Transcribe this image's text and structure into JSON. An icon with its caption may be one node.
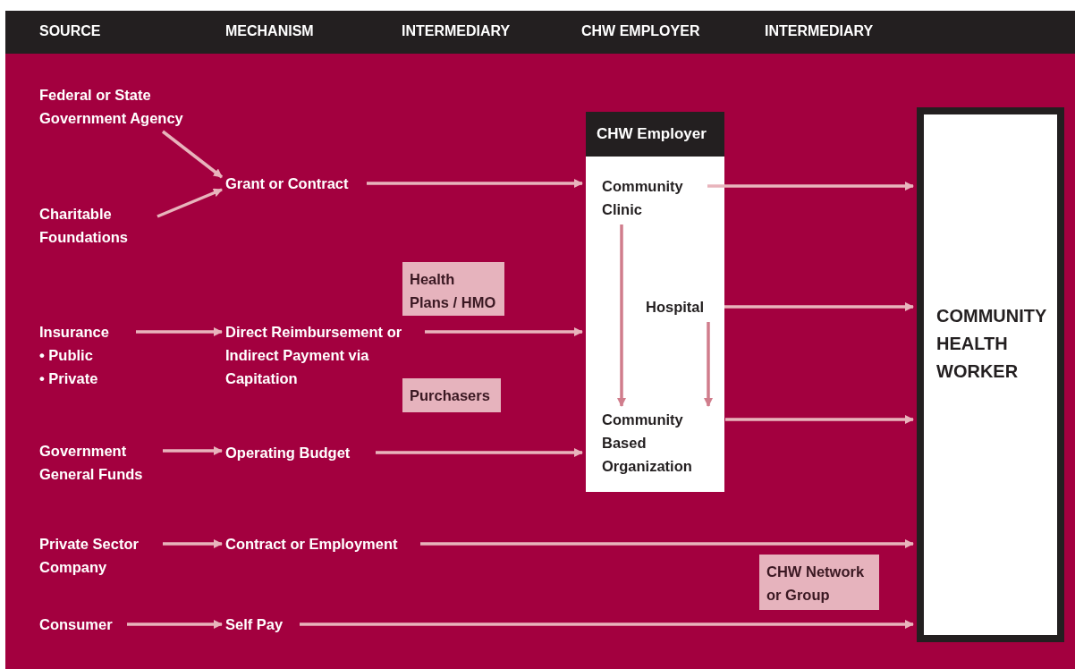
{
  "diagram": {
    "nodes": [
      {
        "text": [
          "Federal or State Government Agency"
        ]
      },
      {
        "text": [
          "Charitable Foundations"
        ]
      },
      {
        "text": [
          "Grant or Contract"
        ]
      },
      {
        "text": [
          "Insurance",
          "• Public",
          "• Private"
        ]
      },
      {
        "text": [
          "Direct Reimbursement or Indirect Payment via Capitation"
        ]
      },
      {
        "text": [
          "Health Plans / HMO"
        ]
      },
      {
        "text": [
          "Purchasers"
        ]
      },
      {
        "text": [
          "Government General Funds"
        ]
      },
      {
        "text": [
          "Operating Budget"
        ]
      },
      {
        "text": [
          "CHW Employer"
        ]
      },
      {
        "text": [
          "Community Clinic"
        ],
        "in": 9
      },
      {
        "text": [
          "Hospital"
        ],
        "in": 9
      },
      {
        "text": [
          "Community Based Organization"
        ],
        "in": 9
      },
      {
        "text": [
          "Private Sector Company"
        ]
      },
      {
        "text": [
          "Contract or Employment"
        ]
      },
      {
        "text": [
          "CHW Network or Group"
        ]
      },
      {
        "text": [
          "Consumer"
        ]
      },
      {
        "text": [
          "Self Pay"
        ]
      },
      {
        "text": [
          "COMMUNITY HEALTH WORKER"
        ]
      }
    ],
    "edges": [
      {
        "from": 0,
        "to": 2,
        "arrow": "to"
      },
      {
        "from": 1,
        "to": 2,
        "arrow": "to"
      },
      {
        "from": 2,
        "to": 9,
        "arrow": "to"
      },
      {
        "from": 3,
        "to": 4,
        "arrow": "to"
      },
      {
        "from": 4,
        "to": 9,
        "arrow": "to"
      },
      {
        "from": 7,
        "to": 8,
        "arrow": "to"
      },
      {
        "from": 8,
        "to": 9,
        "arrow": "to"
      },
      {
        "from": 10,
        "to": 18,
        "arrow": "to"
      },
      {
        "from": 11,
        "to": 18,
        "arrow": "to"
      },
      {
        "from": 12,
        "to": 18,
        "arrow": "to"
      },
      {
        "from": 10,
        "to": 12,
        "arrow": "to",
        "color": "#d07d8c"
      },
      {
        "from": 11,
        "to": 12,
        "arrow": "to",
        "color": "#d07d8c"
      },
      {
        "from": 13,
        "to": 14,
        "arrow": "to"
      },
      {
        "from": 14,
        "to": 18,
        "arrow": "to"
      },
      {
        "from": 16,
        "to": 17,
        "arrow": "to"
      },
      {
        "from": 17,
        "to": 18,
        "arrow": "to"
      }
    ],
    "labels": [
      "SOURCE",
      "MECHANISM",
      "INTERMEDIARY",
      "CHW EMPLOYER",
      "INTERMEDIARY"
    ]
  }
}
